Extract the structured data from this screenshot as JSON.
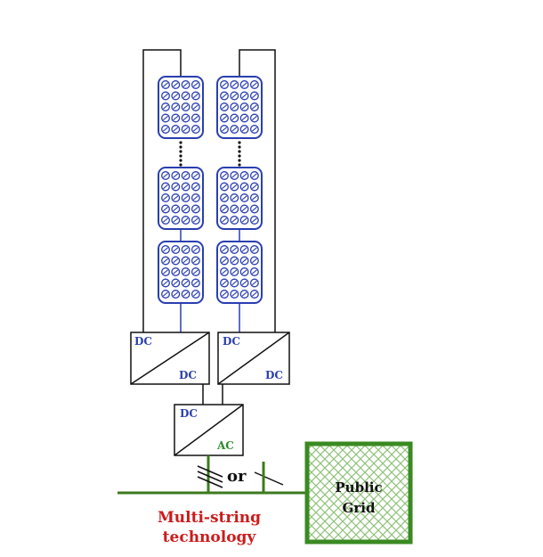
{
  "converters": {
    "string1": {
      "input": "DC",
      "output": "DC"
    },
    "string2": {
      "input": "DC",
      "output": "DC"
    },
    "central": {
      "input": "DC",
      "output": "AC"
    }
  },
  "connection": {
    "or_label": "or"
  },
  "grid": {
    "line1": "Public",
    "line2": "Grid"
  },
  "caption": {
    "line1": "Multi-string",
    "line2": "technology"
  },
  "colors": {
    "wire": "#111111",
    "panel_stroke": "#2a3fb0",
    "ac_bus": "#3c7a1e",
    "grid_border": "#3a8a22",
    "caption": "#cc1b1b"
  }
}
